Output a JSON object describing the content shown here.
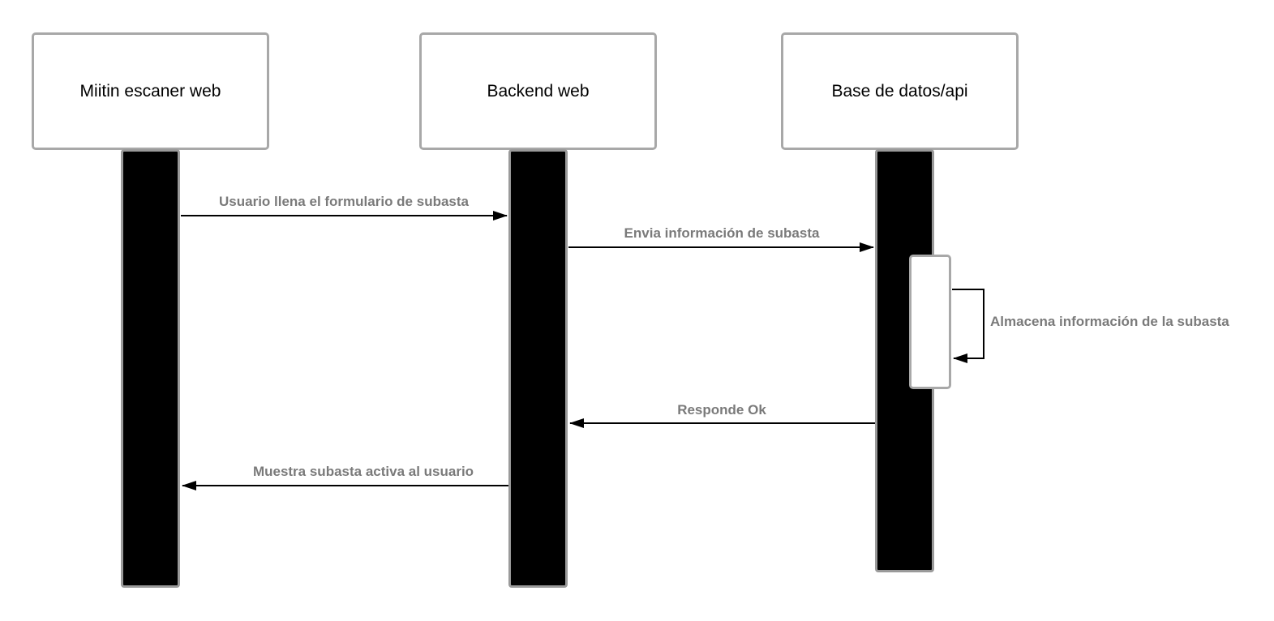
{
  "participants": [
    {
      "label": "Miitin escaner web"
    },
    {
      "label": "Backend web"
    },
    {
      "label": "Base de datos/api"
    }
  ],
  "messages": [
    {
      "label": "Usuario llena el formulario de subasta",
      "from": "Miitin escaner web",
      "to": "Backend web"
    },
    {
      "label": "Envia información de subasta",
      "from": "Backend web",
      "to": "Base de datos/api"
    },
    {
      "label": "Almacena información de la subasta",
      "from": "Base de datos/api",
      "to": "Base de datos/api"
    },
    {
      "label": "Responde Ok",
      "from": "Base de datos/api",
      "to": "Backend web"
    },
    {
      "label": "Muestra subasta activa al usuario",
      "from": "Backend web",
      "to": "Miitin escaner web"
    }
  ]
}
